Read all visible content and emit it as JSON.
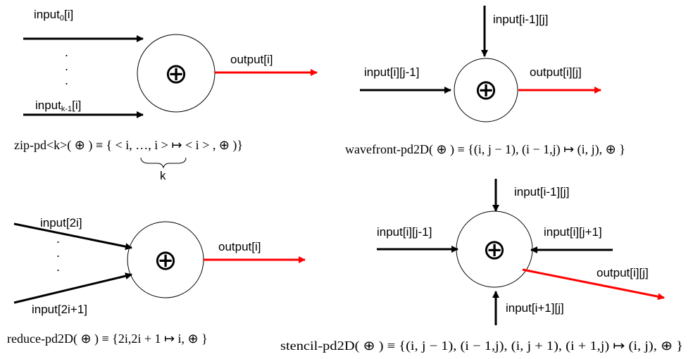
{
  "op_symbol": "⊕",
  "colors": {
    "input_arrow": "#000000",
    "output_arrow": "#ff0000"
  },
  "zip": {
    "input_first": "input",
    "input_first_sub": "0",
    "input_first_idx": "[i]",
    "input_last": "input",
    "input_last_sub": "k-1",
    "input_last_idx": "[i]",
    "output": "output[i]",
    "formula": "zip-pd<k>( ⊕ ) ≡ { < i, …, i > ↦ < i > , ⊕ )}",
    "brace_label": "k"
  },
  "wavefront": {
    "input_top": "input[i-1][j]",
    "input_left": "input[i][j-1]",
    "output": "output[i][j]",
    "formula": "wavefront-pd2D( ⊕ ) ≡ {(i, j − 1), (i − 1,j) ↦ (i, j), ⊕ }"
  },
  "reduce": {
    "input_first": "input[2i]",
    "input_second": "input[2i+1]",
    "output": "output[i]",
    "formula": "reduce-pd2D( ⊕ ) ≡ {2i,2i + 1 ↦ i, ⊕ }"
  },
  "stencil": {
    "input_top": "input[i-1][j]",
    "input_left": "input[i][j-1]",
    "input_right": "input[i][j+1]",
    "input_bottom": "input[i+1][j]",
    "output": "output[i][j]",
    "formula": "stencil-pd2D( ⊕ ) ≡ {(i, j − 1), (i − 1,j), (i, j + 1), (i + 1,j) ↦ (i, j), ⊕ }"
  }
}
